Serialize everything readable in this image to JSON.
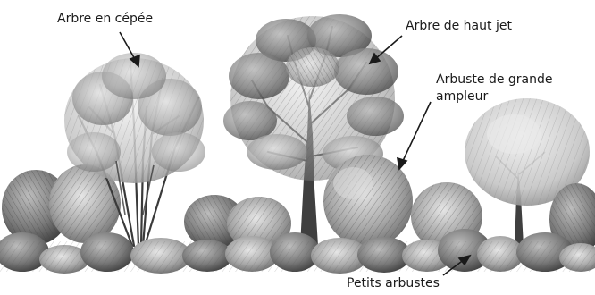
{
  "labels": {
    "arbre_cepee": "Arbre en cépée",
    "arbre_haut_jet": "Arbre de haut jet",
    "arbuste_grande_ampleur_line1": "Arbuste de grande",
    "arbuste_grande_ampleur_line2": "ampleur",
    "petits_arbustes": "Petits arbustes"
  },
  "colors": {
    "ink": "#1a1a1a",
    "light_foliage": "#d6d6d6",
    "mid_foliage": "#a9a9a9",
    "dark_foliage": "#6e6e6e",
    "deep_shadow": "#4a4a4a"
  }
}
